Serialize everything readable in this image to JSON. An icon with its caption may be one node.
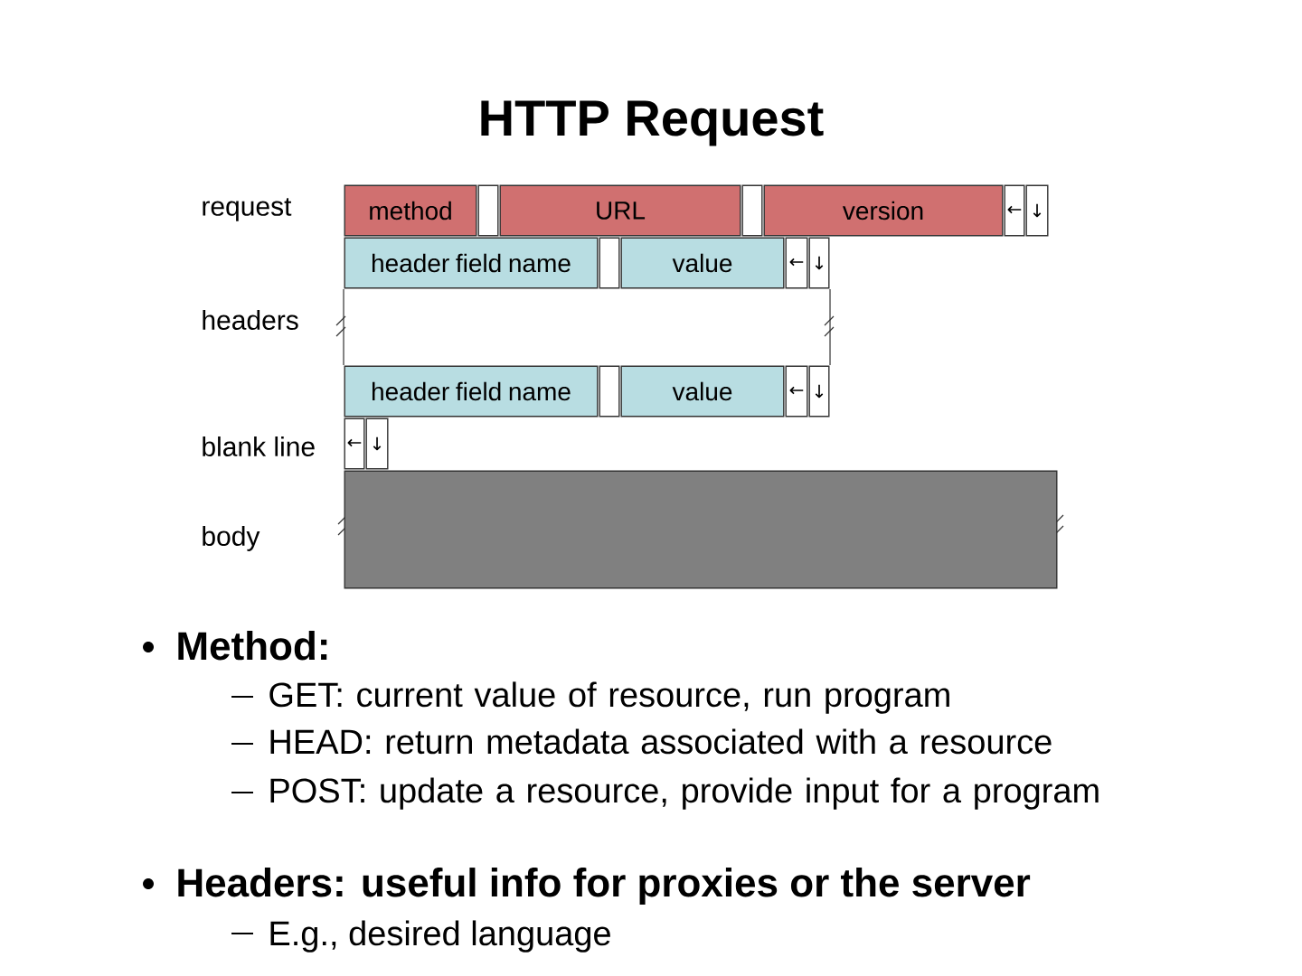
{
  "diagram": {
    "title": "HTTP Request",
    "nodes": [
      {
        "text": [
          "method"
        ]
      },
      {
        "text": [],
        "shape": "box"
      },
      {
        "text": [
          "URL"
        ]
      },
      {
        "text": [],
        "shape": "box"
      },
      {
        "text": [
          "version"
        ]
      },
      {
        "text": [
          "←"
        ]
      },
      {
        "text": [
          "↓"
        ]
      },
      {
        "text": [
          "header field name"
        ]
      },
      {
        "text": [],
        "shape": "box"
      },
      {
        "text": [
          "value"
        ]
      },
      {
        "text": [
          "←"
        ]
      },
      {
        "text": [
          "↓"
        ]
      },
      {
        "text": [
          "header field name"
        ]
      },
      {
        "text": [],
        "shape": "box"
      },
      {
        "text": [
          "value"
        ]
      },
      {
        "text": [
          "←"
        ]
      },
      {
        "text": [
          "↓"
        ]
      },
      {
        "text": [
          "←"
        ]
      },
      {
        "text": [
          "↓"
        ]
      },
      {
        "text": [],
        "shape": "box"
      }
    ],
    "labels": [
      "request",
      "headers",
      "blank line",
      "body",
      "Method:",
      "GET: current value of resource, run program",
      "HEAD: return metadata associated with a resource",
      "POST: update a resource, provide input for a program",
      "Headers: useful info for proxies or the server",
      "E.g., desired language"
    ]
  }
}
